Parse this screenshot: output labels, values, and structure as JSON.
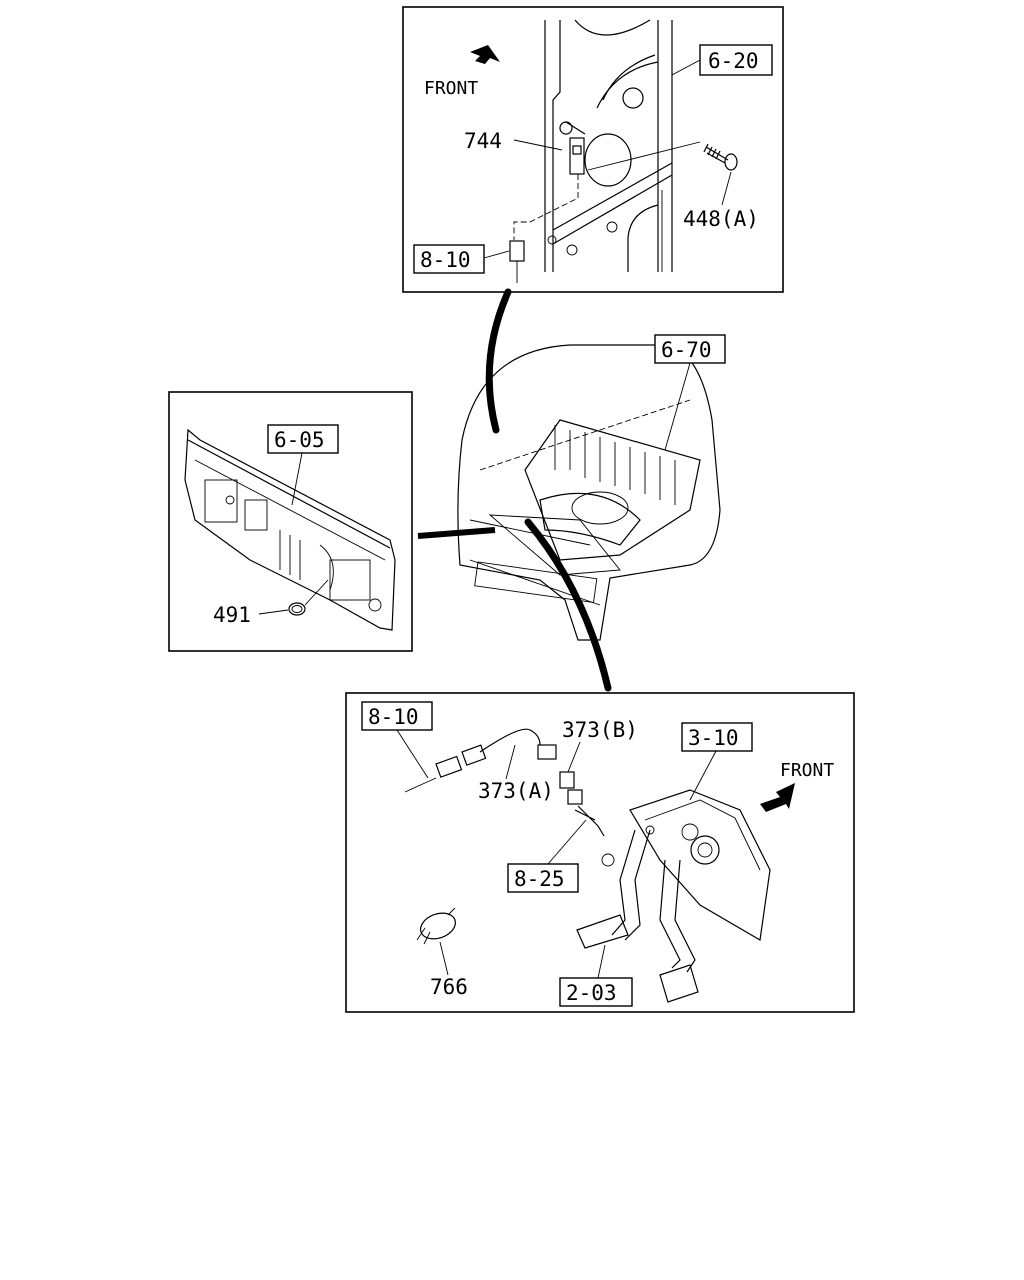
{
  "panels": {
    "top": {
      "front_label": "FRONT",
      "ref_boxes": [
        "6-20",
        "8-10"
      ],
      "callouts": [
        "744",
        "448(A)"
      ]
    },
    "middle": {
      "ref_boxes": [
        "6-70"
      ]
    },
    "left": {
      "ref_boxes": [
        "6-05"
      ],
      "callouts": [
        "491"
      ]
    },
    "bottom": {
      "front_label": "FRONT",
      "ref_boxes": [
        "8-10",
        "3-10",
        "8-25",
        "2-03"
      ],
      "callouts": [
        "373(B)",
        "373(A)",
        "766"
      ]
    }
  }
}
